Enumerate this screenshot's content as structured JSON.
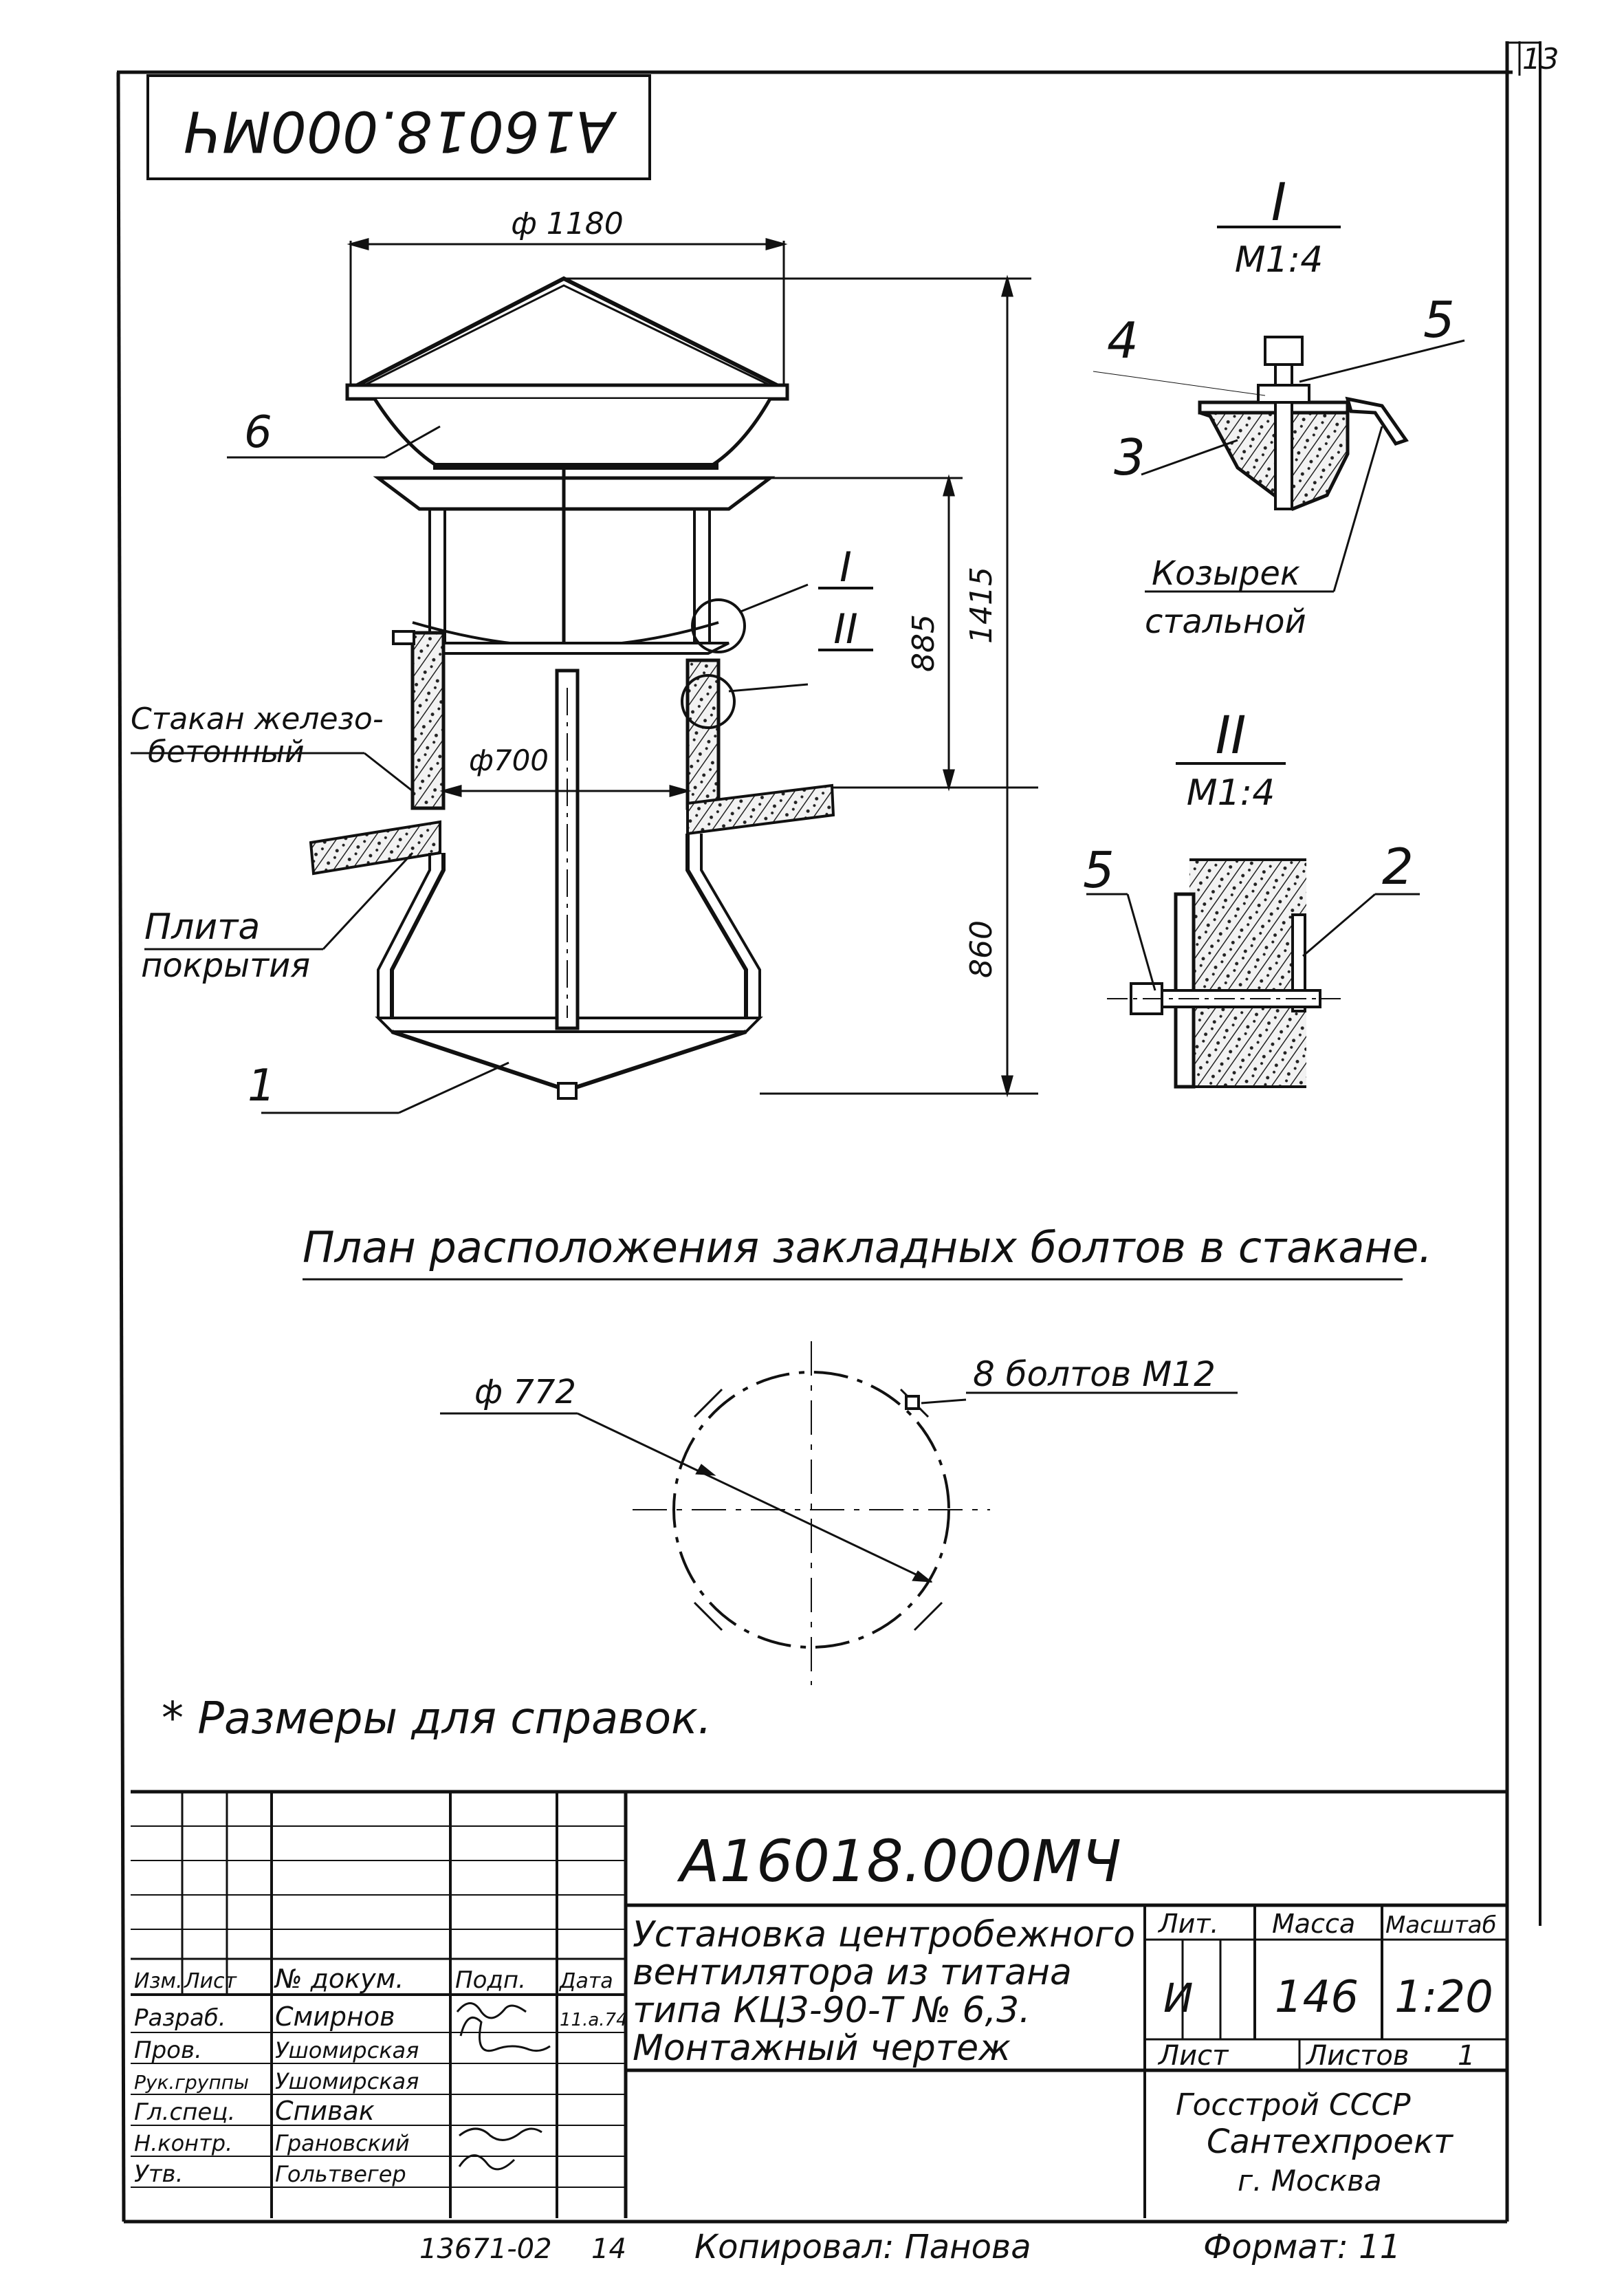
{
  "sheet": {
    "page_number": "13",
    "code_stamp": "A16018.000MЧ",
    "code_main": "A16018.000MЧ"
  },
  "main_view": {
    "dim_top": "ф 1180",
    "dim_total_height": "1415",
    "dim_upper_height": "885",
    "dim_lower_height": "860",
    "dim_inner_diameter": "ф700",
    "callout_6": "6",
    "callout_1": "1",
    "callout_I": "I",
    "callout_II": "II",
    "label_glass_line1": "Стакан железо-",
    "label_glass_line2": "бетонный",
    "label_slab_line1": "Плита",
    "label_slab_line2": "покрытия"
  },
  "detail_I": {
    "title": "I",
    "scale": "M1:4",
    "callout_3": "3",
    "callout_4": "4",
    "callout_5": "5",
    "label_line1": "Козырек",
    "label_line2": "стальной"
  },
  "detail_II": {
    "title": "II",
    "scale": "M1:4",
    "callout_5": "5",
    "callout_2": "2"
  },
  "bolt_plan": {
    "title": "План расположения закладных болтов в стакане.",
    "diameter": "ф 772",
    "bolts": "8 болтов  M12"
  },
  "note": "* Размеры для справок.",
  "title_block": {
    "header_izm": "Изм.",
    "header_list": "Лист",
    "header_doc": "№ докум.",
    "header_sign": "Подп.",
    "header_date": "Дата",
    "roles": [
      {
        "role": "Разраб.",
        "name": "Смирнов",
        "date": "11.а.74"
      },
      {
        "role": "Пров.",
        "name": "Ушомирская",
        "date": ""
      },
      {
        "role": "Рук.группы",
        "name": "Ушомирская",
        "date": ""
      },
      {
        "role": "Гл.спец.",
        "name": "Спивак",
        "date": ""
      },
      {
        "role": "Н.контр.",
        "name": "Грановский",
        "date": ""
      },
      {
        "role": "Утв.",
        "name": "Гольтвегер",
        "date": ""
      }
    ],
    "description_lines": [
      "Установка центробежного",
      "вентилятора из титана",
      "типа КЦ3-90-Т № 6,3.",
      "Монтажный чертеж"
    ],
    "lit_label": "Лит.",
    "lit_value": "И",
    "mass_label": "Масса",
    "mass_value": "146",
    "scale_label": "Масштаб",
    "scale_value": "1:20",
    "sheet_label": "Лист",
    "sheets_label": "Листов",
    "sheets_value": "1",
    "org_line1": "Госстрой  СССР",
    "org_line2": "Сантехпроект",
    "org_line3": "г. Москва"
  },
  "footer": {
    "inv": "13671-02",
    "num": "14",
    "copied": "Копировал:  Панова",
    "format": "Формат: 11"
  }
}
